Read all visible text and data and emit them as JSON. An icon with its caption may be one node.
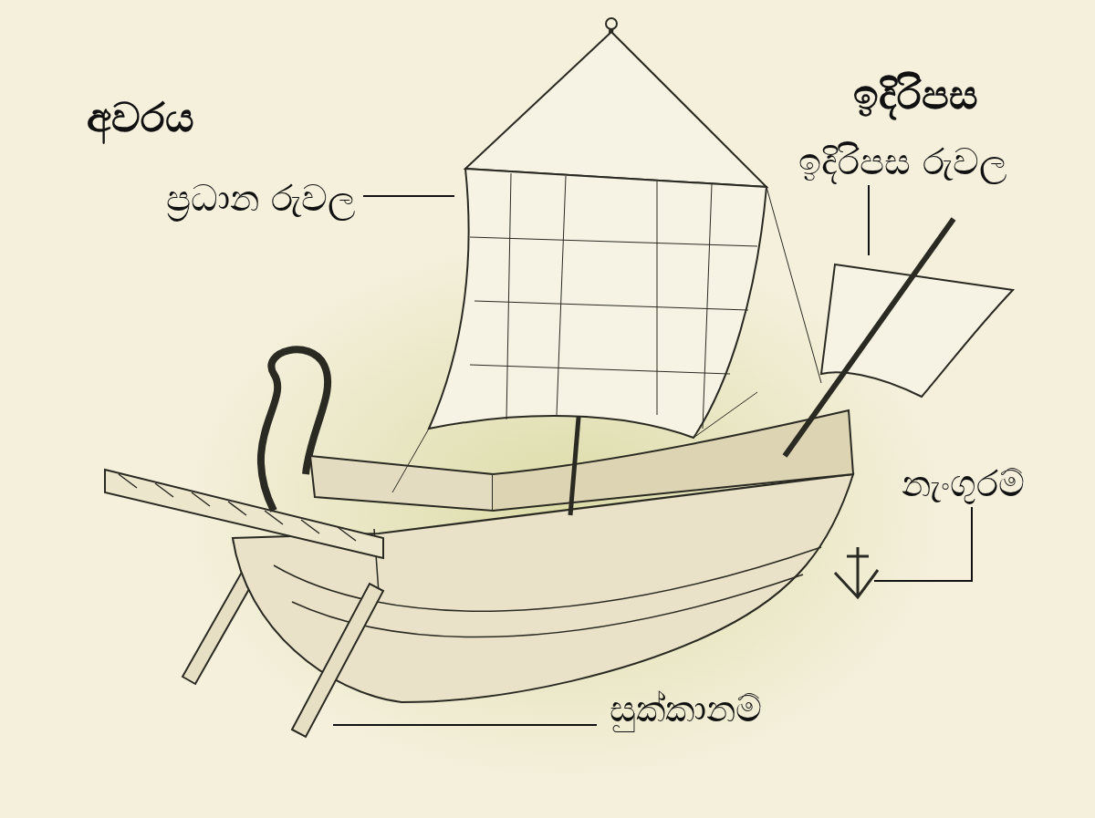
{
  "diagram": {
    "nodes": [
      {
        "text": [
          "ඉදිරිපස රුවල"
        ]
      },
      {
        "text": [
          "ප්‍රධාන රුවල"
        ]
      },
      {
        "text": [
          "නැංගුරම්"
        ]
      },
      {
        "text": [
          "සුක්කානම්"
        ]
      }
    ],
    "edges": [
      {
        "from": 0,
        "to": null,
        "arrow": "none"
      },
      {
        "from": 1,
        "to": null,
        "arrow": "none"
      },
      {
        "from": 2,
        "to": null,
        "arrow": "none"
      },
      {
        "from": 3,
        "to": null,
        "arrow": "none"
      }
    ],
    "labels": [
      "අවරය",
      "ඉදිරිපස"
    ]
  }
}
